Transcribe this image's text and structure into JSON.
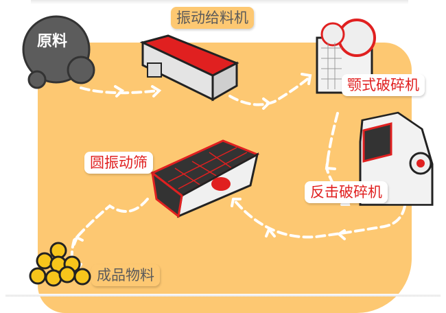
{
  "title": "破碎生产线流程",
  "steps": {
    "raw": "原料",
    "feeder": "振动给料机",
    "jaw": "颚式破碎机",
    "impact": "反击破碎机",
    "screen": "圆振动筛",
    "product": "成品物料"
  },
  "colors": {
    "background": "#fdc872",
    "accent": "#e02020",
    "raw": "#5c5c5c",
    "product": "#f7c51b"
  }
}
